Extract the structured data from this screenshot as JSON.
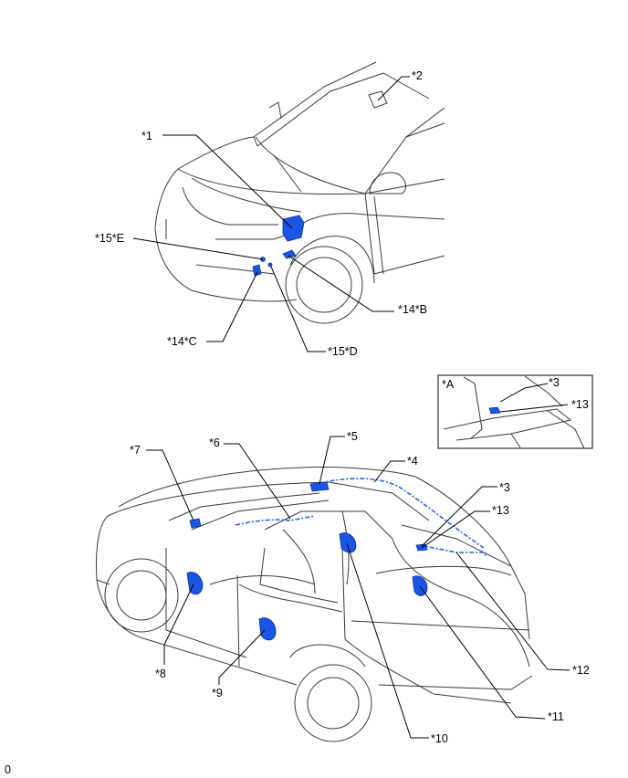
{
  "callouts": {
    "c1": "*1",
    "c2": "*2",
    "c15e": "*15*E",
    "c14b": "*14*B",
    "c14c": "*14*C",
    "c15d": "*15*D",
    "inset_tag": "*A",
    "inset3": "*3",
    "inset13": "*13",
    "c7": "*7",
    "c6": "*6",
    "c5": "*5",
    "c4": "*4",
    "c3": "*3",
    "c13": "*13",
    "c8": "*8",
    "c9": "*9",
    "c10": "*10",
    "c11": "*11",
    "c12": "*12"
  },
  "figure_id": "0",
  "colors": {
    "highlight": "#1a56e6",
    "outline": "#3a3a3a",
    "leader": "#000000"
  }
}
